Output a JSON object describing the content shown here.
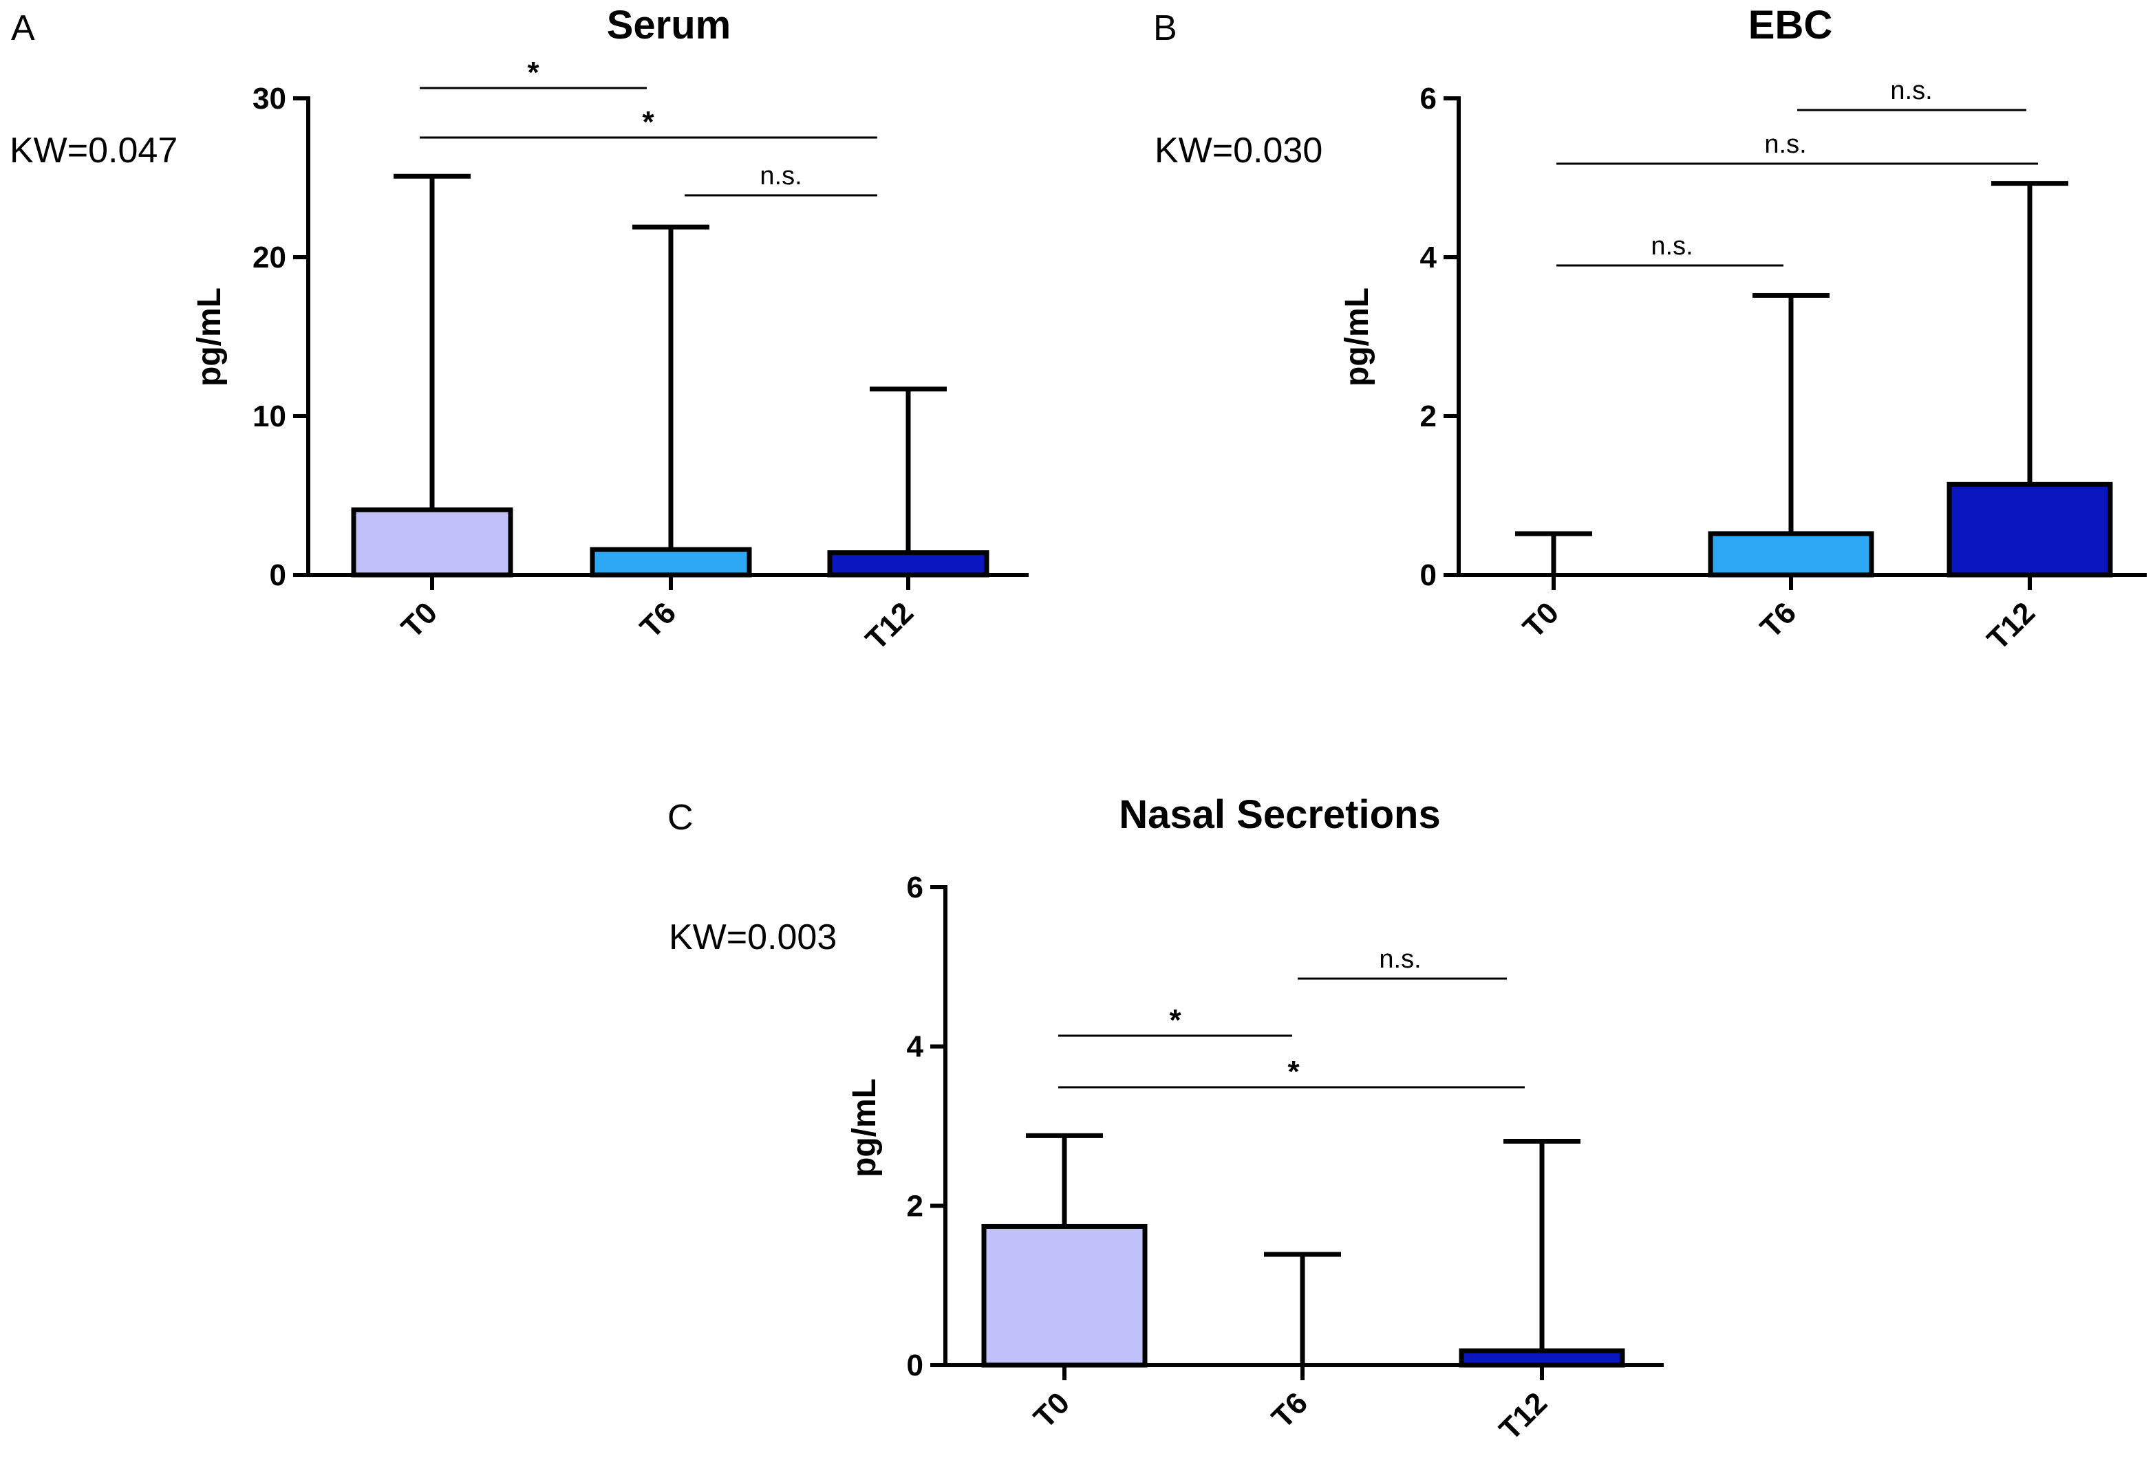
{
  "chart_data": [
    {
      "type": "bar",
      "panel": "A",
      "title": "Serum",
      "annotation": "KW=0.047",
      "ylabel": "pg/mL",
      "ylim": [
        0,
        30
      ],
      "yticks": [
        0,
        10,
        20,
        30
      ],
      "categories": [
        "T0",
        "T6",
        "T12"
      ],
      "values": [
        4.1,
        1.6,
        1.4
      ],
      "error_upper": [
        25.1,
        21.9,
        11.7
      ],
      "colors": [
        "#c0c0fa",
        "#2ca8f5",
        "#0a16bf"
      ],
      "comparisons": [
        {
          "from": "T0",
          "to": "T6",
          "label": "*"
        },
        {
          "from": "T0",
          "to": "T12",
          "label": "*"
        },
        {
          "from": "T6",
          "to": "T12",
          "label": "n.s."
        }
      ]
    },
    {
      "type": "bar",
      "panel": "B",
      "title": "EBC",
      "annotation": "KW=0.030",
      "ylabel": "pg/mL",
      "ylim": [
        0,
        6
      ],
      "yticks": [
        0,
        2,
        4,
        6
      ],
      "categories": [
        "T0",
        "T6",
        "T12"
      ],
      "values": [
        0,
        0.52,
        1.14
      ],
      "error_upper": [
        0.52,
        3.52,
        4.93
      ],
      "colors": [
        "#c0c0fa",
        "#2ca8f5",
        "#0a16bf"
      ],
      "comparisons": [
        {
          "from": "T6",
          "to": "T12",
          "label": "n.s."
        },
        {
          "from": "T0",
          "to": "T12",
          "label": "n.s."
        },
        {
          "from": "T0",
          "to": "T6",
          "label": "n.s."
        }
      ]
    },
    {
      "type": "bar",
      "panel": "C",
      "title": "Nasal Secretions",
      "annotation": "KW=0.003",
      "ylabel": "pg/mL",
      "ylim": [
        0,
        6
      ],
      "yticks": [
        0,
        2,
        4,
        6
      ],
      "categories": [
        "T0",
        "T6",
        "T12"
      ],
      "values": [
        1.74,
        0,
        0.18
      ],
      "error_upper": [
        2.88,
        1.39,
        2.81
      ],
      "colors": [
        "#c0c0fa",
        "#2ca8f5",
        "#0a16bf"
      ],
      "comparisons": [
        {
          "from": "T6",
          "to": "T12",
          "label": "n.s."
        },
        {
          "from": "T0",
          "to": "T6",
          "label": "*"
        },
        {
          "from": "T0",
          "to": "T12",
          "label": "*"
        }
      ]
    }
  ]
}
